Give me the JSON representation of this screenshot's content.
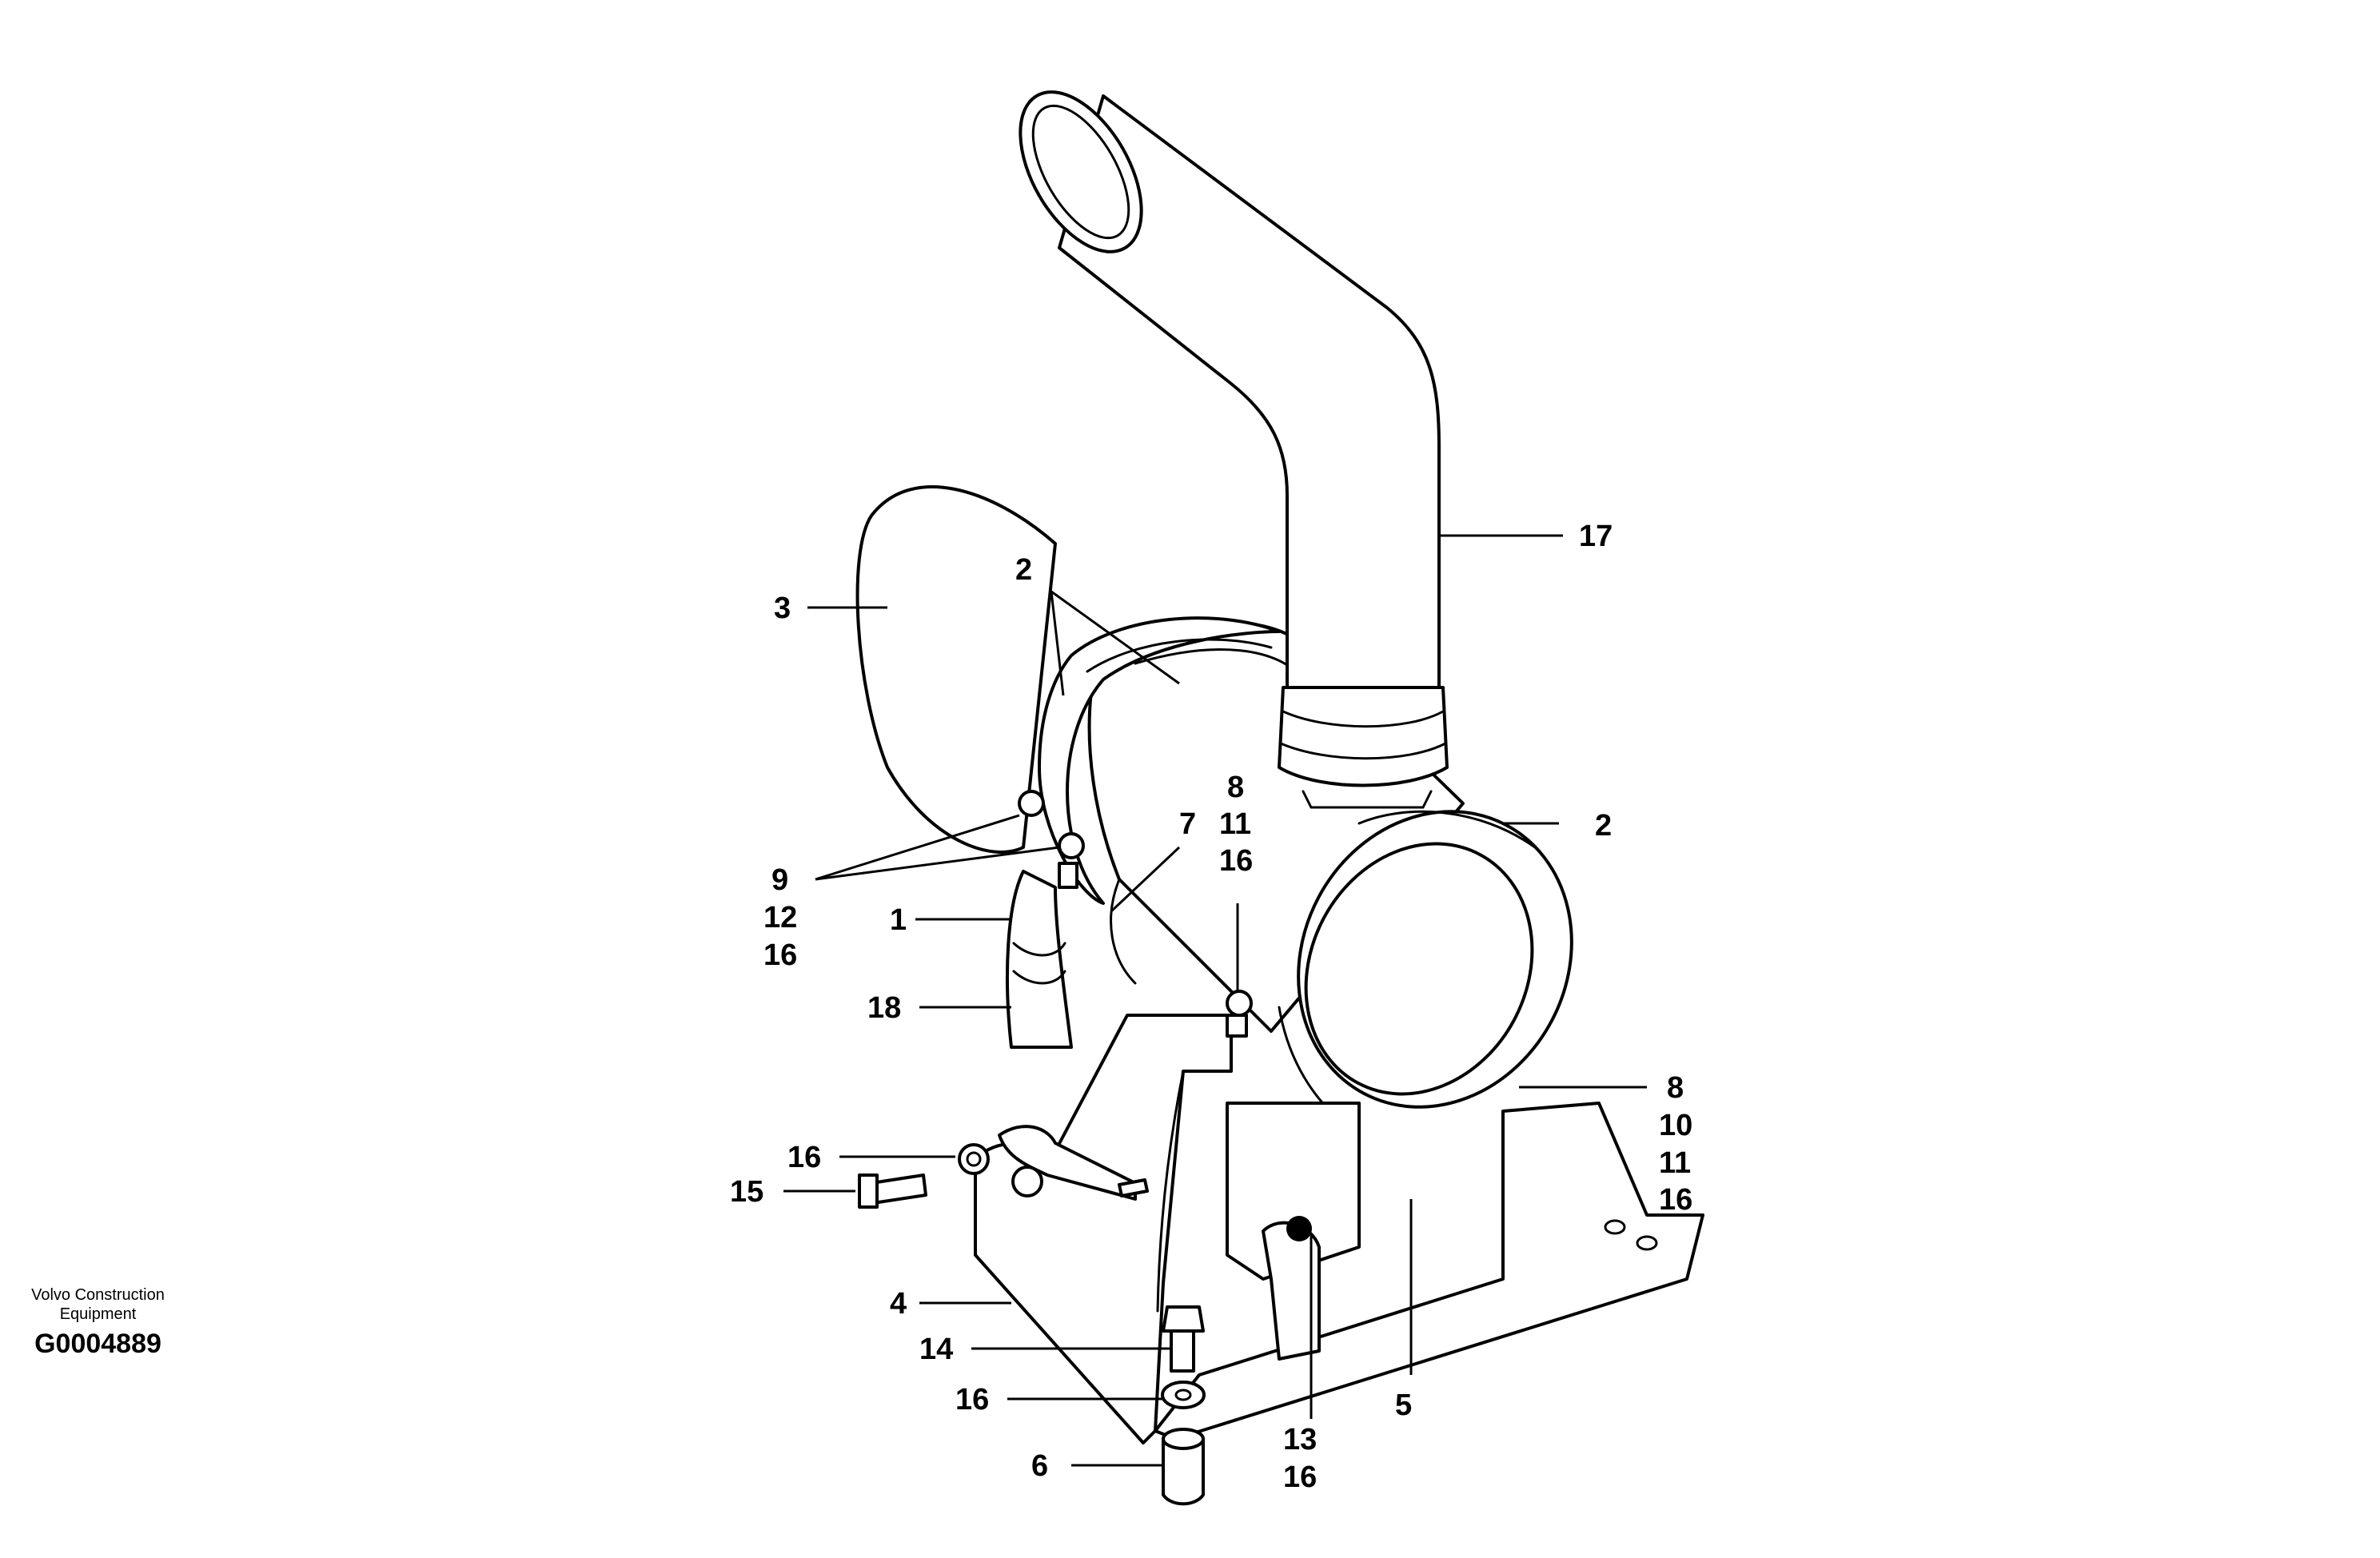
{
  "callouts": [
    "17",
    "2",
    "2",
    "3",
    "8",
    "11",
    "16",
    "7",
    "9",
    "12",
    "16",
    "1",
    "18",
    "8",
    "10",
    "11",
    "16",
    "16",
    "15",
    "4",
    "14",
    "16",
    "13",
    "16",
    "5",
    "6"
  ],
  "footer": {
    "maker_line1": "Volvo Construction",
    "maker_line2": "Equipment",
    "drawing_code": "G0004889"
  }
}
